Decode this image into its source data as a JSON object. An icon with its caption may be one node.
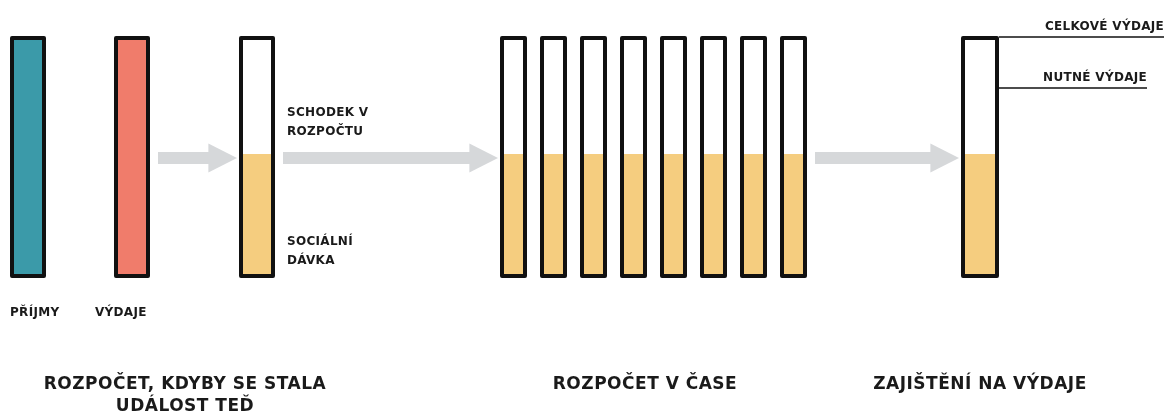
{
  "diagram": {
    "nodes": [
      {
        "text": [],
        "shape": "bar",
        "beside": [
          "PŘÍJMY"
        ]
      },
      {
        "text": [],
        "shape": "bar",
        "beside": [
          "VÝDAJE"
        ]
      },
      {
        "text": [],
        "shape": "bar",
        "beside": [
          "SCHODEK V ROZPOČTU",
          "SOCIÁLNÍ DÁVKA"
        ]
      },
      {
        "text": [],
        "shape": "bar"
      },
      {
        "text": [],
        "shape": "bar"
      },
      {
        "text": [],
        "shape": "bar"
      },
      {
        "text": [],
        "shape": "bar"
      },
      {
        "text": [],
        "shape": "bar"
      },
      {
        "text": [],
        "shape": "bar"
      },
      {
        "text": [],
        "shape": "bar"
      },
      {
        "text": [],
        "shape": "bar"
      },
      {
        "text": [],
        "shape": "bar"
      },
      {
        "text": [
          "CELKOVÉ VÝDAJE"
        ]
      },
      {
        "text": [
          "NUTNÉ VÝDAJE"
        ]
      }
    ],
    "edges": [
      {
        "from": 1,
        "to": 2,
        "arrow": "to"
      },
      {
        "from": 2,
        "to": 3,
        "arrow": "to"
      },
      {
        "from": 10,
        "to": 11,
        "arrow": "to"
      },
      {
        "from": 12,
        "to": 11,
        "arrow": "none",
        "color": "#111111"
      },
      {
        "from": 13,
        "to": 11,
        "arrow": "none",
        "color": "#111111"
      }
    ],
    "labels": [
      "ROZPOČET, KDYBY SE STALA UDÁLOST TEĎ",
      "ROZPOČET V ČASE",
      "ZAJIŠTĚNÍ NA VÝDAJE"
    ]
  }
}
